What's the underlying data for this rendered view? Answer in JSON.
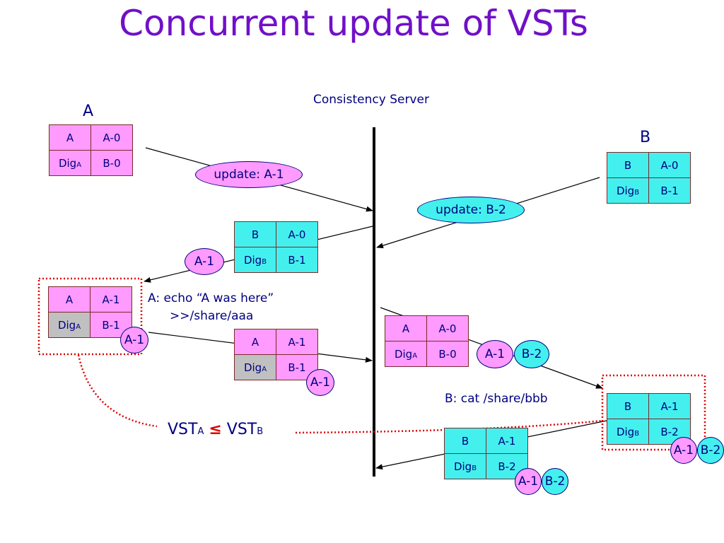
{
  "title": "Concurrent update of VSTs",
  "server_label": "Consistency Server",
  "client_a": "A",
  "client_b": "B",
  "digest_prefix": "Dig",
  "tables": {
    "a_initial": {
      "r1c1": "A",
      "r1c2": "A-0",
      "r2sub": "A",
      "r2c2": "B-0"
    },
    "b_initial": {
      "r1c1": "B",
      "r1c2": "A-0",
      "r2sub": "B",
      "r2c2": "B-1"
    },
    "server_to_a": {
      "r1c1": "B",
      "r1c2": "A-0",
      "r2sub": "B",
      "r2c2": "B-1"
    },
    "a_updated": {
      "r1c1": "A",
      "r1c2": "A-1",
      "r2sub": "A",
      "r2c2": "B-1"
    },
    "a_to_server": {
      "r1c1": "A",
      "r1c2": "A-1",
      "r2sub": "A",
      "r2c2": "B-1"
    },
    "server_to_b": {
      "r1c1": "A",
      "r1c2": "A-0",
      "r2sub": "A",
      "r2c2": "B-0"
    },
    "b_updated": {
      "r1c1": "B",
      "r1c2": "A-1",
      "r2sub": "B",
      "r2c2": "B-2"
    },
    "b_to_server": {
      "r1c1": "B",
      "r1c2": "A-1",
      "r2sub": "B",
      "r2c2": "B-2"
    }
  },
  "messages": {
    "update_a": "update: A-1",
    "update_b": "update: B-2",
    "tag_a1": "A-1",
    "tag_b2": "B-2"
  },
  "commands": {
    "a_line1": "A: echo “A was here”",
    "a_line2": ">>/share/aaa",
    "b_line": "B: cat /share/bbb"
  },
  "relation": {
    "left": "VST",
    "left_sub": "A",
    "op": "≤",
    "right": "VST",
    "right_sub": "B"
  },
  "colors": {
    "title": "#7010c8",
    "pink": "#ff9aff",
    "cyan": "#44f0ee",
    "gray": "#c0c0c0",
    "dotted": "#e00000",
    "text": "#000080"
  }
}
